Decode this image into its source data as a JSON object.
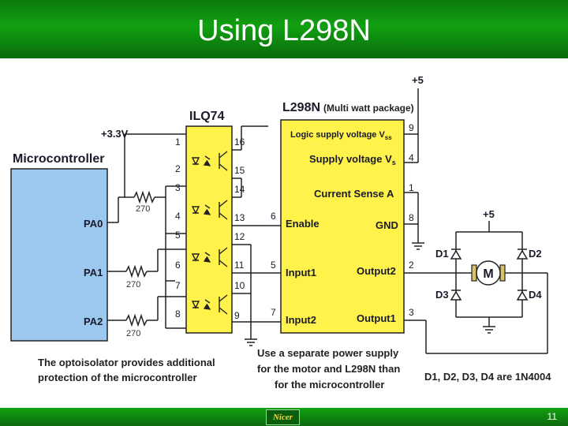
{
  "slide": {
    "title": "Using L298N",
    "page_number": "11",
    "logo_text": "Nicer"
  },
  "diagram": {
    "microcontroller": {
      "label": "Microcontroller",
      "pins": [
        "PA0",
        "PA1",
        "PA2"
      ]
    },
    "supply_33": "+3.3V",
    "supply_5_top": "+5",
    "supply_5_right": "+5",
    "resistors": [
      "270",
      "270",
      "270"
    ],
    "optoisolator": {
      "label": "ILQ74",
      "left_pins": [
        "1",
        "2",
        "3",
        "4",
        "5",
        "6",
        "7",
        "8"
      ],
      "right_pins": [
        "16",
        "15",
        "14",
        "13",
        "12",
        "11",
        "10",
        "9"
      ]
    },
    "driver": {
      "label": "L298N",
      "package": "(Multi watt package)",
      "logic_supply": "Logic supply voltage V",
      "logic_sub": "ss",
      "supply": "Supply voltage V",
      "supply_sub": "s",
      "current_sense": "Current Sense A",
      "enable": "Enable",
      "gnd": "GND",
      "input1": "Input1",
      "output2": "Output2",
      "input2": "Input2",
      "output1": "Output1",
      "pin_enable": "6",
      "pin_input1": "5",
      "pin_input2": "7",
      "pin_logic": "9",
      "pin_supply": "4",
      "pin_sense": "1",
      "pin_gnd": "8",
      "pin_out2": "2",
      "pin_out1": "3"
    },
    "diodes": [
      "D1",
      "D2",
      "D3",
      "D4"
    ],
    "motor": "M",
    "notes": {
      "opto_line1": "The optoisolator provides additional",
      "opto_line2": "protection of the microcontroller",
      "supply_line1": "Use a separate power supply",
      "supply_line2": "for the motor and L298N than",
      "supply_line3": "for the microcontroller",
      "diode_note": "D1, D2, D3, D4 are 1N4004"
    },
    "colors": {
      "microcontroller_fill": "#9cc8f0",
      "optoisolator_fill": "#fff24a",
      "driver_fill": "#fff24a"
    }
  }
}
